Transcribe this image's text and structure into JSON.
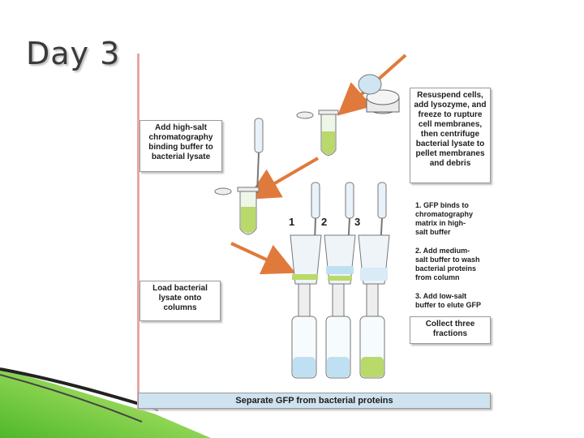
{
  "slide": {
    "title": "Day 3"
  },
  "steps": {
    "resuspend": "Resuspend cells,\nadd lysozyme, and\nfreeze to rupture\ncell membranes,\nthen centrifuge\nbacterial lysate to\npellet membranes\nand debris",
    "add_buffer": "Add high-salt\nchromatography\nbinding buffer to\nbacterial lysate",
    "load": "Load bacterial\nlysate onto\ncolumns",
    "column_steps": [
      "1. GFP binds to\nchromatography\nmatrix in high-\nsalt buffer",
      "2. Add medium-\nsalt buffer to wash\nbacterial proteins\nfrom column",
      "3. Add low-salt\nbuffer to elute GFP"
    ],
    "collect": "Collect three\nfractions",
    "separate": "Separate GFP from bacterial proteins"
  },
  "columns": {
    "labels": [
      "1",
      "2",
      "3"
    ]
  },
  "colors": {
    "gfp_green": "#b9d96a",
    "buffer_blue": "#bfe0f2",
    "arrow_orange": "#e07a3c",
    "accent_line": "#e6a7a7",
    "corner_green": "#7fcf3a"
  }
}
